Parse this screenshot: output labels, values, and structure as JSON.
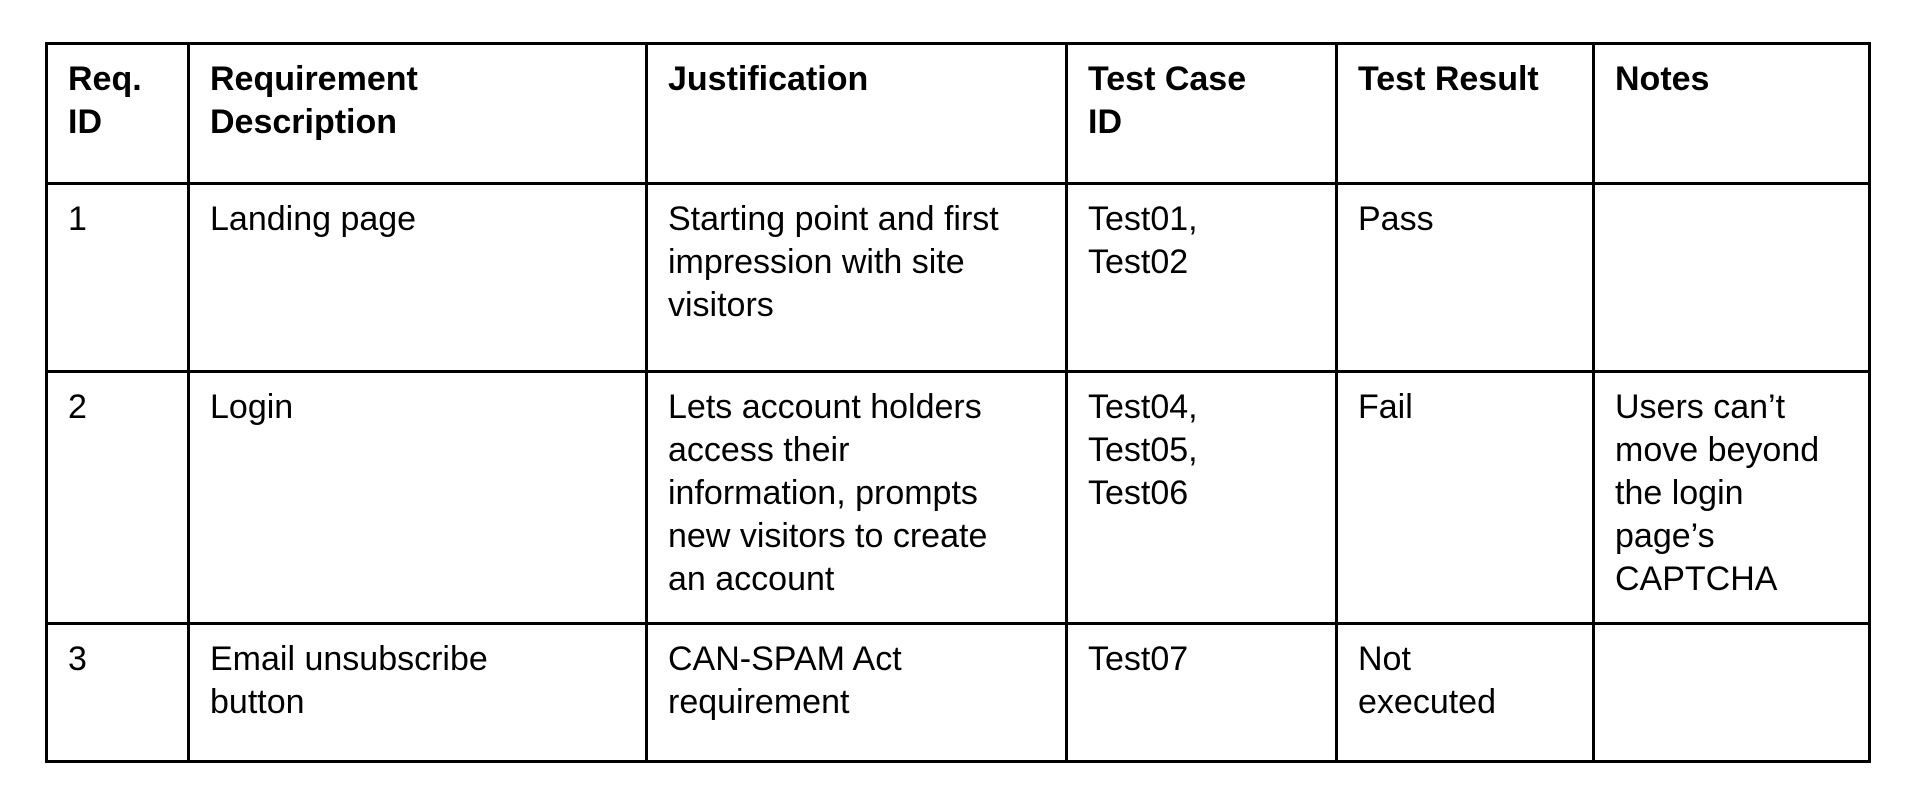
{
  "table": {
    "title": "requirements-traceability-matrix",
    "columns": {
      "req_id": "Req. ID",
      "description": "Requirement\nDescription",
      "justification": "Justification",
      "test_case_id": "Test Case\nID",
      "test_result": "Test Result",
      "notes": "Notes"
    },
    "rows": [
      {
        "req_id": "1",
        "description": "Landing page",
        "justification": "Starting point and first\nimpression with site\nvisitors",
        "test_case_id": "Test01,\nTest02",
        "test_result": "Pass",
        "notes": ""
      },
      {
        "req_id": "2",
        "description": "Login",
        "justification": "Lets account holders\naccess their\ninformation, prompts\nnew visitors to create\nan account",
        "test_case_id": "Test04,\nTest05,\nTest06",
        "test_result": "Fail",
        "notes": "Users can’t\nmove beyond\nthe login\npage’s\nCAPTCHA"
      },
      {
        "req_id": "3",
        "description": "Email unsubscribe\nbutton",
        "justification": "CAN-SPAM Act\nrequirement",
        "test_case_id": "Test07",
        "test_result": "Not\nexecuted",
        "notes": ""
      }
    ],
    "colors": {
      "border": "#000000",
      "text": "#000000",
      "background": "#ffffff"
    }
  }
}
